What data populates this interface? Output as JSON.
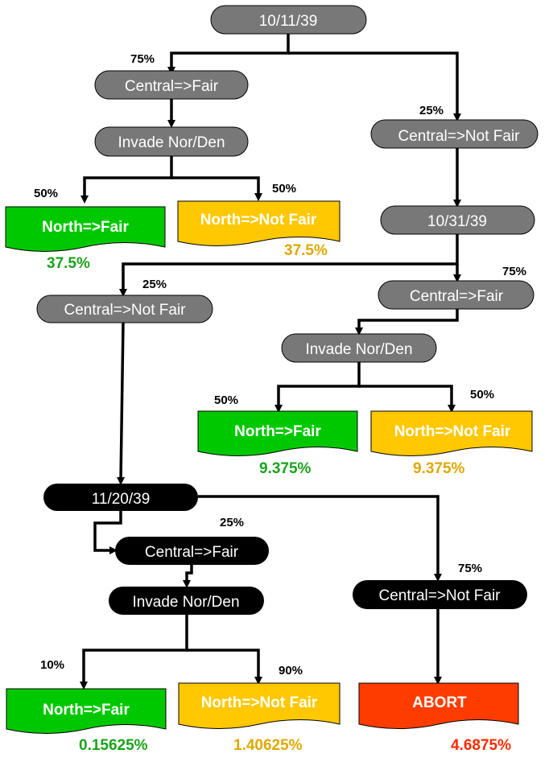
{
  "colors": {
    "gray": "#787878",
    "black": "#000000",
    "fair": "#00c800",
    "not_fair": "#ffc800",
    "abort": "#ff3c00",
    "fair_text": "#1aa31a",
    "not_fair_text": "#e0a800",
    "abort_text": "#ff2a00"
  },
  "branch1": {
    "date": "10/11/39",
    "central_fair": "Central=>Fair",
    "invade": "Invade Nor/Den",
    "north_fair": "North=>Fair",
    "north_not_fair": "North=>Not Fair",
    "p_central_fair": "75%",
    "p_central_not_fair": "25%",
    "p_north_fair": "50%",
    "p_north_not_fair": "50%",
    "r_fair": "37.5%",
    "r_not_fair": "37.5%",
    "central_not_fair": "Central=>Not Fair"
  },
  "branch2": {
    "date": "10/31/39",
    "central_fair": "Central=>Fair",
    "central_not_fair": "Central=>Not Fair",
    "invade": "Invade Nor/Den",
    "north_fair": "North=>Fair",
    "north_not_fair": "North=>Not Fair",
    "p_central_fair": "75%",
    "p_central_not_fair": "25%",
    "p_north_fair": "50%",
    "p_north_not_fair": "50%",
    "r_fair": "9.375%",
    "r_not_fair": "9.375%"
  },
  "branch3": {
    "date": "11/20/39",
    "central_fair": "Central=>Fair",
    "central_not_fair": "Central=>Not Fair",
    "invade": "Invade Nor/Den",
    "north_fair": "North=>Fair",
    "north_not_fair": "North=>Not Fair",
    "abort": "ABORT",
    "p_central_fair": "25%",
    "p_central_not_fair": "75%",
    "p_north_fair": "10%",
    "p_north_not_fair": "90%",
    "r_fair": "0.15625%",
    "r_not_fair": "1.40625%",
    "r_abort": "4.6875%"
  }
}
